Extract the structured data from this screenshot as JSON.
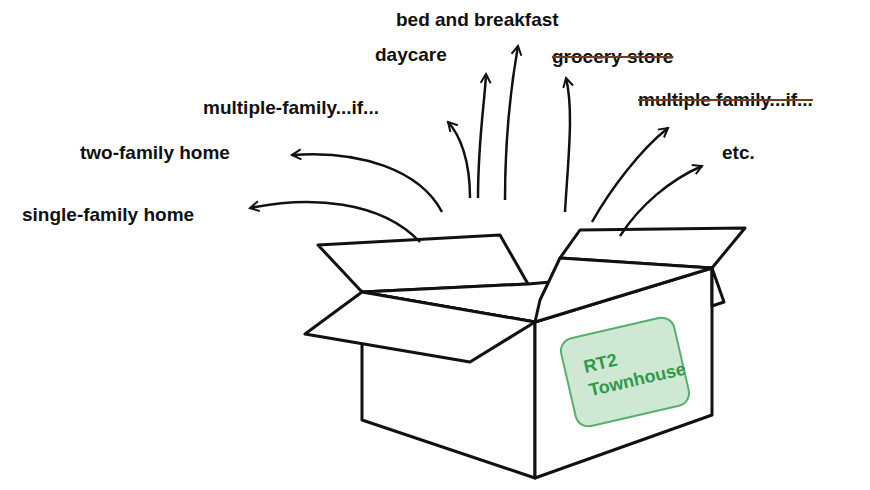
{
  "diagram": {
    "nodes": [
      {
        "text": [
          "RT2 Townhouse"
        ]
      }
    ],
    "labels": [
      "bed and breakfast",
      "daycare",
      "grocery store",
      "multiple family...if...",
      "multiple-family...if...",
      "two-family home",
      "etc.",
      "single-family home"
    ]
  }
}
